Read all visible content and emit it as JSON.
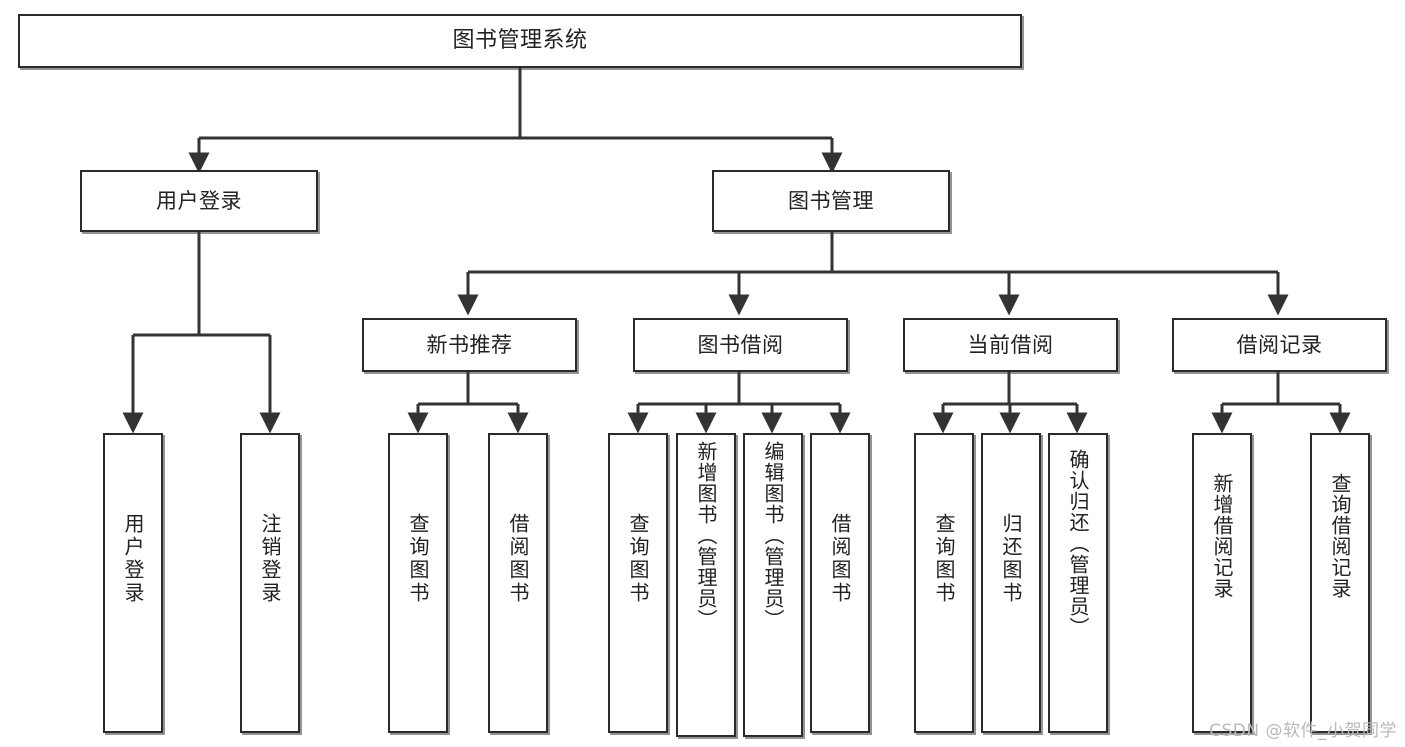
{
  "diagram": {
    "type": "tree-hierarchy",
    "title": "图书管理系统",
    "watermark": "CSDN @软件_小贺同学",
    "colors": {
      "border": "#2b2b2b",
      "fill": "#ffffff",
      "connector": "#333333",
      "text": "#222222",
      "watermark": "#b9b9b9"
    },
    "nodes": {
      "root": {
        "label": "图书管理系统",
        "level": 0
      },
      "level1": [
        {
          "id": "user-login",
          "label": "用户登录"
        },
        {
          "id": "book-manage",
          "label": "图书管理"
        }
      ],
      "level2": [
        {
          "id": "new-book-recommend",
          "label": "新书推荐",
          "parent": "book-manage"
        },
        {
          "id": "book-borrow",
          "label": "图书借阅",
          "parent": "book-manage"
        },
        {
          "id": "current-borrow",
          "label": "当前借阅",
          "parent": "book-manage"
        },
        {
          "id": "borrow-record",
          "label": "借阅记录",
          "parent": "book-manage"
        }
      ],
      "leaves": [
        {
          "id": "leaf-user-login",
          "label": "用户登录",
          "parent": "user-login"
        },
        {
          "id": "leaf-logout",
          "label": "注销登录",
          "parent": "user-login"
        },
        {
          "id": "leaf-query-book-1",
          "label": "查询图书",
          "parent": "new-book-recommend"
        },
        {
          "id": "leaf-borrow-book-1",
          "label": "借阅图书",
          "parent": "new-book-recommend"
        },
        {
          "id": "leaf-query-book-2",
          "label": "查询图书",
          "parent": "book-borrow"
        },
        {
          "id": "leaf-add-book",
          "label": "新增图书（管理员）",
          "parent": "book-borrow"
        },
        {
          "id": "leaf-edit-book",
          "label": "编辑图书（管理员）",
          "parent": "book-borrow"
        },
        {
          "id": "leaf-borrow-book-2",
          "label": "借阅图书",
          "parent": "book-borrow"
        },
        {
          "id": "leaf-query-book-3",
          "label": "查询图书",
          "parent": "current-borrow"
        },
        {
          "id": "leaf-return-book",
          "label": "归还图书",
          "parent": "current-borrow"
        },
        {
          "id": "leaf-confirm-return",
          "label": "确认归还（管理员）",
          "parent": "current-borrow"
        },
        {
          "id": "leaf-add-record",
          "label": "新增借阅记录",
          "parent": "borrow-record"
        },
        {
          "id": "leaf-query-record",
          "label": "查询借阅记录",
          "parent": "borrow-record"
        }
      ]
    }
  }
}
